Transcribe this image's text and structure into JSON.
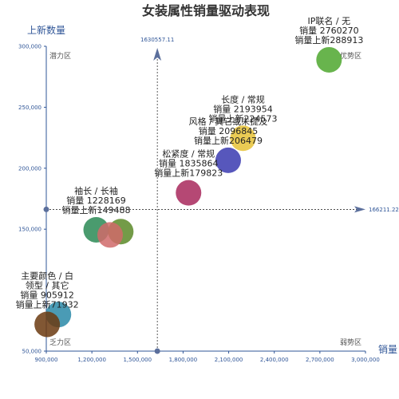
{
  "chart_data": {
    "type": "scatter",
    "title": "女装属性销量驱动表现",
    "xlabel": "销量",
    "ylabel": "上新数量",
    "xlim": [
      900000,
      3000000
    ],
    "ylim": [
      50000,
      300000
    ],
    "x_ticks": [
      "900,000",
      "1,200,000",
      "1,500,000",
      "1,800,000",
      "2,100,000",
      "2,400,000",
      "2,700,000",
      "3,000,000"
    ],
    "x_tick_values": [
      900000,
      1200000,
      1500000,
      1800000,
      2100000,
      2400000,
      2700000,
      3000000
    ],
    "y_ticks": [
      "50,000",
      "150,000",
      "200,000",
      "250,000",
      "300,000"
    ],
    "y_tick_values": [
      50000,
      150000,
      200000,
      250000,
      300000
    ],
    "avg_x": 1630557.11,
    "avg_x_label": "1630557.11",
    "avg_y": 166211.22,
    "avg_y_label": "166211.22",
    "quadrants": {
      "top_left": "潜力区",
      "top_right": "优势区",
      "bottom_left": "乏力区",
      "bottom_right": "弱势区"
    },
    "points": [
      {
        "name": "IP联名 / 无",
        "sales": 2760270,
        "new": 288913,
        "color": "#4ea72e",
        "label": [
          "IP联名 / 无",
          "销量 2760270",
          "销量上新288913"
        ]
      },
      {
        "name": "长度 / 常规",
        "sales": 2193954,
        "new": 224573,
        "color": "#e6c236",
        "label": [
          "长度 / 常规",
          "销量 2193954",
          "销量上新224573"
        ]
      },
      {
        "name": "风格 / 其它或未提及",
        "sales": 2096845,
        "new": 206479,
        "color": "#3a3ab0",
        "label": [
          "风格 / 其它或未提及",
          "销量 2096845",
          "销量上新206479"
        ]
      },
      {
        "name": "松紧度 / 常规",
        "sales": 1835864,
        "new": 179823,
        "color": "#a8285c",
        "label": [
          "松紧度 / 常规",
          "销量 1835864",
          "销量上新179823"
        ]
      },
      {
        "name": "袖长 / 长袖",
        "sales": 1228169,
        "new": 149488,
        "color": "#2a8a55",
        "label": [
          "袖长 / 长袖",
          "销量 1228169",
          "销量上新149488"
        ]
      },
      {
        "name": "",
        "sales": 1390000,
        "new": 148000,
        "color": "#5a8a28",
        "label": []
      },
      {
        "name": "",
        "sales": 1320000,
        "new": 145270,
        "color": "#d06a6a",
        "label": []
      },
      {
        "name": "主要颜色 / 白",
        "sales": 980000,
        "new": 80000,
        "color": "#2a8aa8",
        "label": []
      },
      {
        "name": "领型 / 其它",
        "sales": 905912,
        "new": 71932,
        "color": "#6b3a10",
        "label": [
          "主要颜色 / 白",
          "领型 / 其它",
          "销量 905912",
          "销量上新71932"
        ]
      }
    ]
  }
}
